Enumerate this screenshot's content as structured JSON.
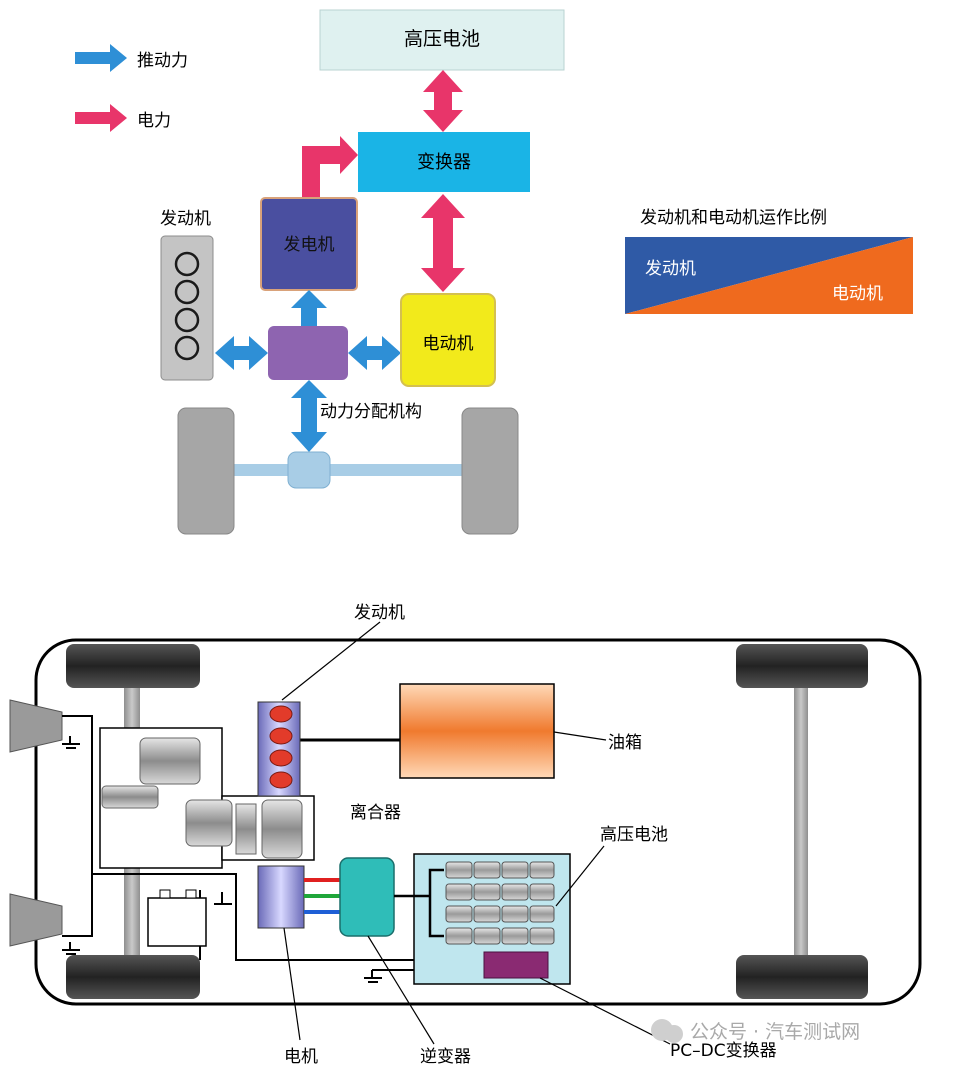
{
  "top_diagram": {
    "legend": {
      "thrust_label": "推动力",
      "electric_label": "电力"
    },
    "battery_label": "高压电池",
    "converter_label": "变换器",
    "generator_label": "发电机",
    "engine_label": "发动机",
    "motor_label": "电动机",
    "power_split_label": "动力分配机构"
  },
  "ratio_chart": {
    "title": "发动机和电动机运作比例",
    "engine_label": "发动机",
    "motor_label": "电动机",
    "engine_color": "#2f5aa6",
    "motor_color": "#ef6a1e"
  },
  "bottom_diagram": {
    "engine_label": "发动机",
    "fuel_tank_label": "油箱",
    "clutch_label": "离合器",
    "hv_battery_label": "高压电池",
    "motor_label": "电机",
    "inverter_label": "逆变器",
    "dcdc_label": "PC–DC变换器"
  },
  "watermark": "公众号 · 汽车测试网",
  "colors": {
    "thrust_arrow": "#2e8fd6",
    "electric_arrow": "#e8356a",
    "converter": "#1ab4e6",
    "battery": "#dff1f0",
    "generator": "#4a4fa0",
    "motor_block": "#f2ea1b",
    "psd": "#8e64b0",
    "fuel_tank": "#f07a2e",
    "inverter": "#2fbdb8",
    "dcdc": "#8a2a72"
  }
}
